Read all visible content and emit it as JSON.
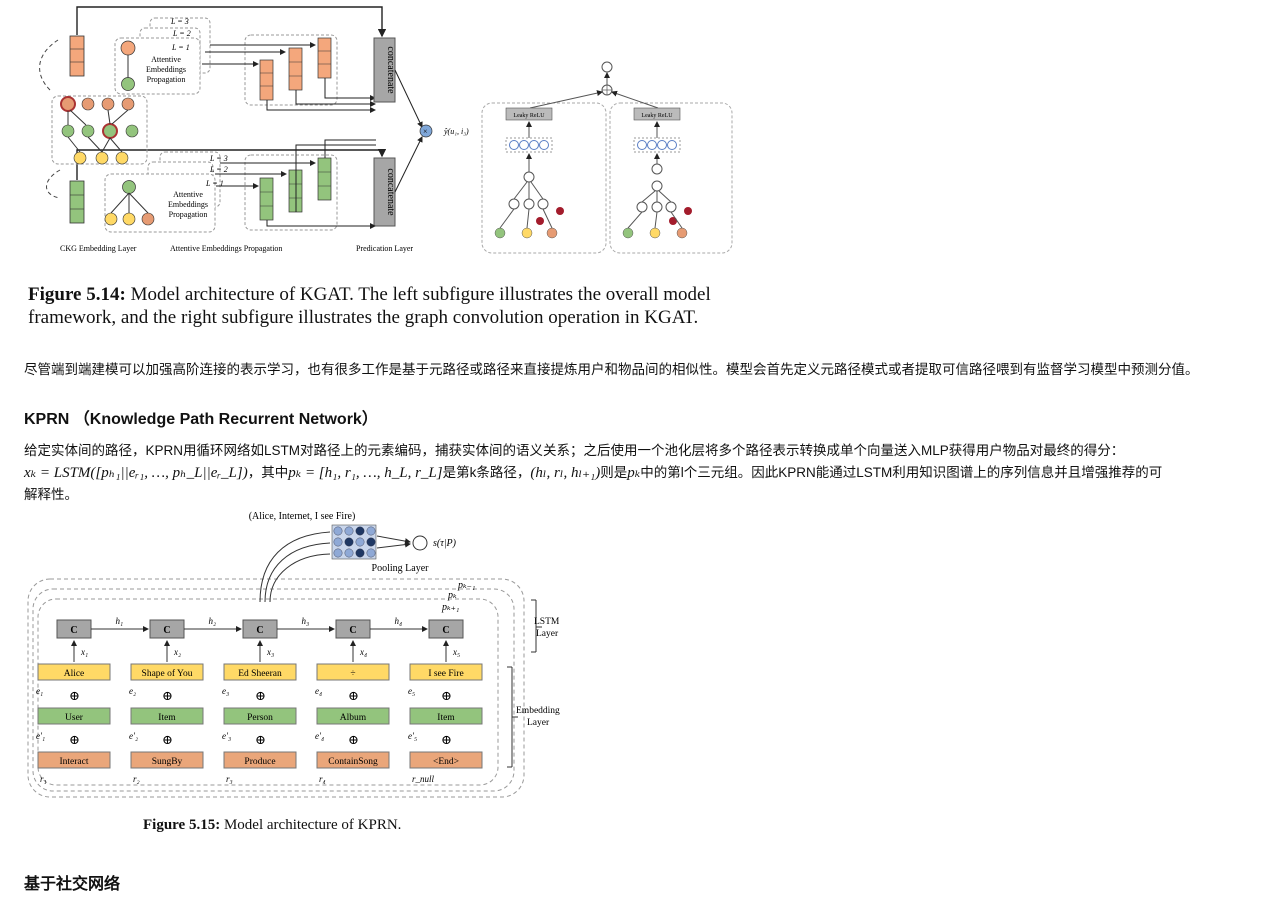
{
  "fig14": {
    "caption_label": "Figure 5.14:",
    "caption_text": "Model architecture of KGAT. The left subfigure illustrates the overall model framework, and the right subfigure illustrates the graph convolution operation in KGAT.",
    "labels": {
      "ckg": "CKG Embedding Layer",
      "aep": "Attentive Embeddings Propagation",
      "pred": "Predication Layer",
      "concat": "concatenate",
      "attentive1": "Attentive",
      "attentive2": "Embeddings",
      "attentive3": "Propagation",
      "l1": "L = 1",
      "l2": "L = 2",
      "l3": "L = 3",
      "score": "ŷ(u₁, i₃)",
      "leaky": "Leaky ReLU"
    }
  },
  "para1": "尽管端到端建模可以加强高阶连接的表示学习，也有很多工作是基于元路径或路径来直接提炼用户和物品间的相似性。模型会首先定义元路径模式或者提取可信路径喂到有监督学习模型中预测分值。",
  "kprn": {
    "heading": "KPRN （Knowledge Path Recurrent Network）",
    "para1": "给定实体间的路径，KPRN用循环网络如LSTM对路径上的元素编码，捕获实体间的语义关系；之后使用一个池化层将多个路径表示转换成单个向量送入MLP获得用户物品对最终的得分：",
    "formula1": "xₖ = LSTM([pₕ₁||eᵣ₁, …, pₕ_L||eᵣ_L])",
    "text1": "，其中",
    "formula2": "pₖ = [h₁, r₁, …, h_L, r_L]",
    "text2": "是第k条路径，",
    "formula3": "(hₗ, rₗ, hₗ₊₁)",
    "text3": "则是",
    "formula4": "pₖ",
    "text4": "中的第l个三元组。因此KPRN能通过LSTM利用知识图谱上的序列信息并且增强推荐的可",
    "text5": "解释性。"
  },
  "fig15": {
    "caption_label": "Figure 5.15:",
    "caption_text": "Model architecture of KPRN.",
    "path_title": "(Alice, Internet, I see Fire)",
    "pooling": "Pooling Layer",
    "score": "s(τ|P)",
    "lstm_layer": [
      "LSTM",
      "Layer"
    ],
    "embedding_layer": [
      "Embedding",
      "Layer"
    ],
    "cell_label": "C",
    "paths": [
      "pₖ₋₁",
      "pₖ",
      "pₖ₊₁"
    ],
    "entities": [
      "Alice",
      "Shape of You",
      "Ed Sheeran",
      "÷",
      "I see Fire"
    ],
    "types": [
      "User",
      "Item",
      "Person",
      "Album",
      "Item"
    ],
    "relations": [
      "Interact",
      "SungBy",
      "Produce",
      "ContainSong",
      "<End>"
    ],
    "hidden": [
      "h₁",
      "h₂",
      "h₃",
      "h₄"
    ],
    "inputs": [
      "x₁",
      "x₂",
      "x₃",
      "x₄",
      "x₅"
    ],
    "e_labels": [
      "e₁",
      "e₂",
      "e₃",
      "e₄",
      "e₅"
    ],
    "ep_labels": [
      "e′₁",
      "e′₂",
      "e′₃",
      "e′₄",
      "e′₅"
    ],
    "r_labels": [
      "r₁",
      "r₂",
      "r₃",
      "r₄",
      "r_null"
    ],
    "colors": {
      "entity": "#ffd966",
      "type": "#93c47d",
      "relation": "#eaa67a",
      "cell": "#a6a6a6"
    }
  },
  "social": {
    "heading": "基于社交网络"
  }
}
